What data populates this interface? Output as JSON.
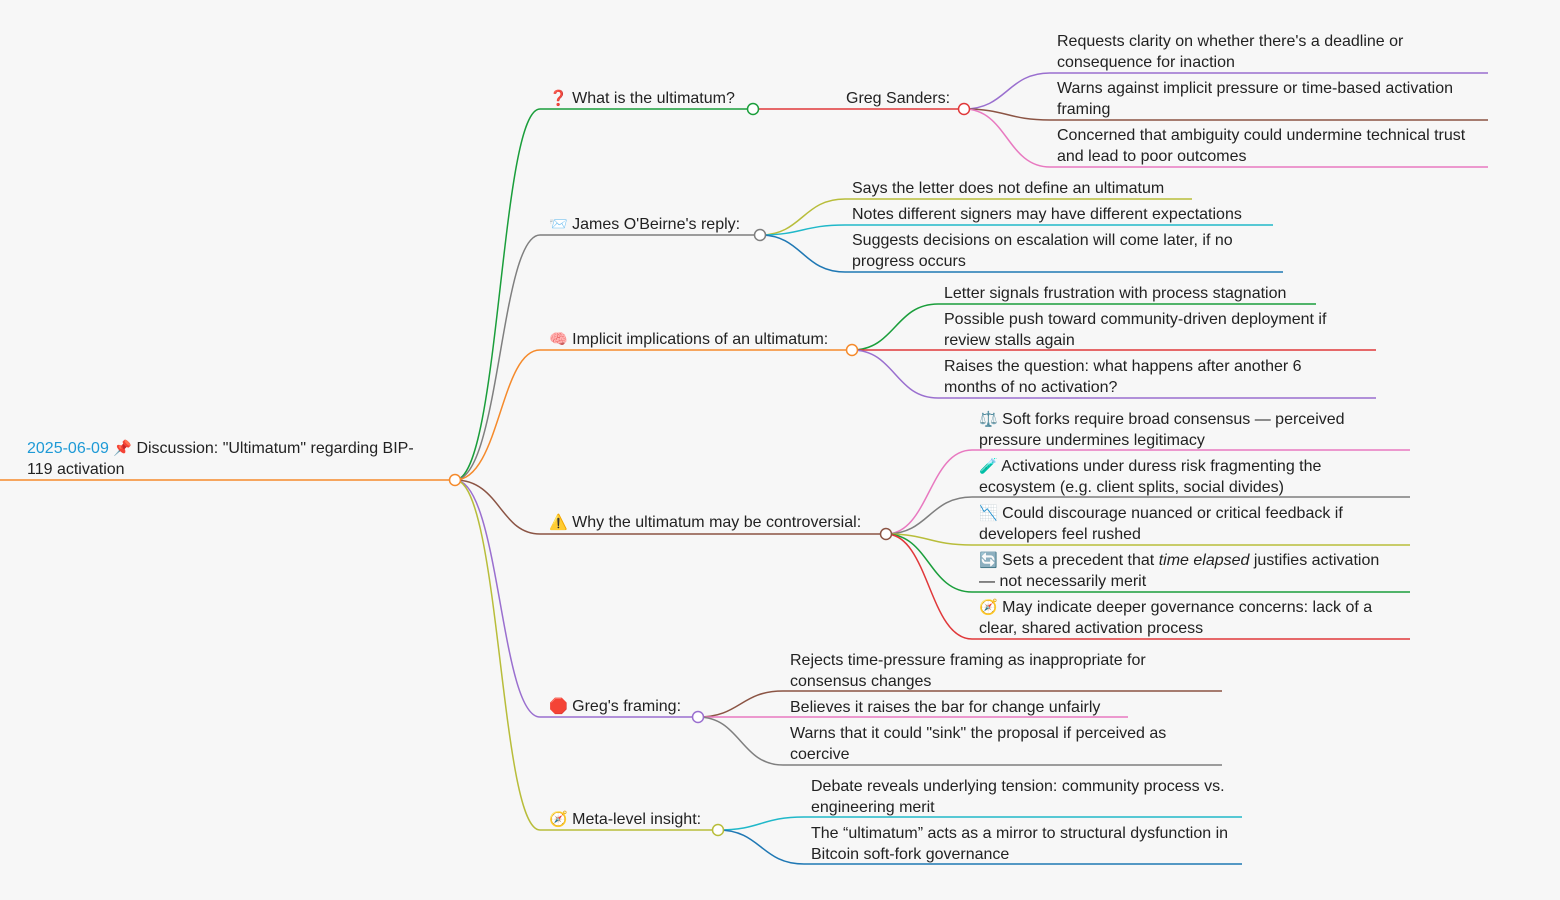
{
  "colors": {
    "green": "#1a9e3b",
    "gray": "#7f7f7f",
    "orange": "#f58a2b",
    "brown": "#8b5444",
    "purple": "#9a6fcf",
    "olive": "#b8bd3a",
    "red": "#e0383a",
    "pink": "#e879c0",
    "cyan": "#20b8c9",
    "blue": "#1f78b4",
    "date": "#1e9ad6"
  },
  "root": {
    "date": "2025-06-09",
    "icon": "📌",
    "label_part1": "Discussion: \"Ultimatum\" regarding BIP-",
    "label_part2": "119 activation"
  },
  "branches": [
    {
      "icon": "❓",
      "label": "What is the ultimatum?",
      "sub": {
        "label": "Greg Sanders:",
        "children": [
          "Requests clarity on whether there's a deadline or consequence for inaction",
          "Warns against implicit pressure or time-based activation framing",
          "Concerned that ambiguity could undermine technical trust and lead to poor outcomes"
        ]
      }
    },
    {
      "icon": "📨",
      "label": "James O'Beirne's reply:",
      "children": [
        "Says the letter does not define an ultimatum",
        "Notes different signers may have different expectations",
        "Suggests decisions on escalation will come later, if no progress occurs"
      ]
    },
    {
      "icon": "🧠",
      "label": "Implicit implications of an ultimatum:",
      "children": [
        "Letter signals frustration with process stagnation",
        "Possible push toward community-driven deployment if review stalls again",
        "Raises the question: what happens after another 6 months of no activation?"
      ]
    },
    {
      "icon": "⚠️",
      "label": "Why the ultimatum may be controversial:",
      "children": [
        {
          "icon": "⚖️",
          "text": "Soft forks require broad consensus — perceived pressure undermines legitimacy"
        },
        {
          "icon": "🧪",
          "text": "Activations under duress risk fragmenting the ecosystem (e.g. client splits, social divides)"
        },
        {
          "icon": "📉",
          "text": "Could discourage nuanced or critical feedback if developers feel rushed"
        },
        {
          "icon": "🔄",
          "text_before": "Sets a precedent that ",
          "text_em": "time elapsed",
          "text_after": " justifies activation — not necessarily merit"
        },
        {
          "icon": "🧭",
          "text": "May indicate deeper governance concerns: lack of a clear, shared activation process"
        }
      ]
    },
    {
      "icon": "🛑",
      "label": "Greg's framing:",
      "children": [
        "Rejects time-pressure framing as inappropriate for consensus changes",
        "Believes it raises the bar for change unfairly",
        "Warns that it could \"sink\" the proposal if perceived as coercive"
      ]
    },
    {
      "icon": "🧭",
      "label": "Meta-level insight:",
      "children": [
        "Debate reveals underlying tension: community process vs. engineering merit",
        "The “ultimatum” acts as a mirror to structural dysfunction in Bitcoin soft-fork governance"
      ]
    }
  ]
}
